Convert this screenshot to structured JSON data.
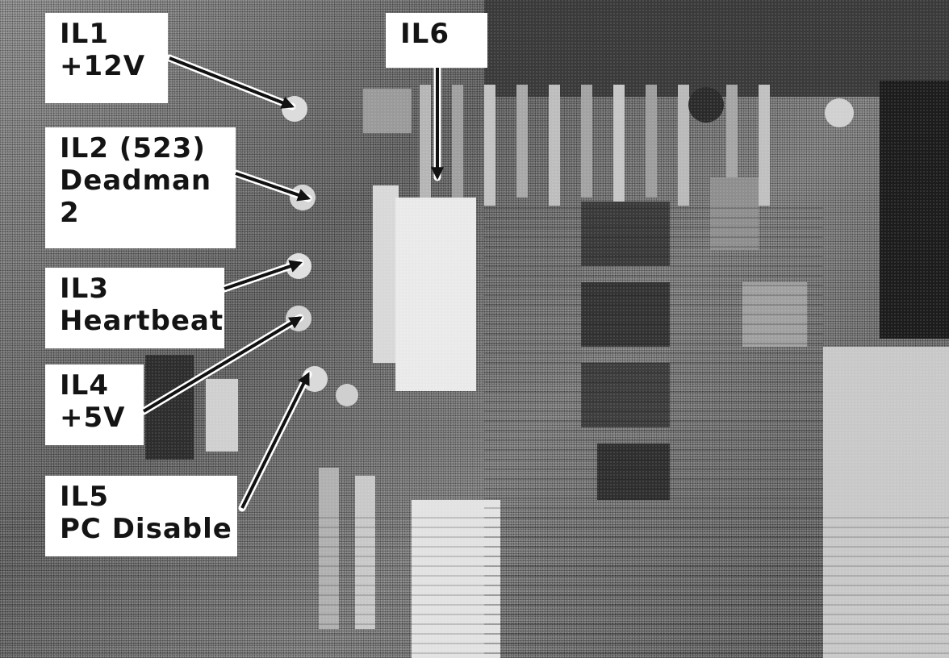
{
  "callouts": {
    "il1": {
      "line1": "IL1",
      "line2": "+12V"
    },
    "il2": {
      "line1": "IL2 (523)",
      "line2": "Deadman",
      "line3": "2"
    },
    "il3": {
      "line1": "IL3",
      "line2": "Heartbeat"
    },
    "il4": {
      "line1": "IL4",
      "line2": "+5V"
    },
    "il5": {
      "line1": "IL5",
      "line2": "PC Disable"
    },
    "il6": {
      "line1": "IL6"
    }
  },
  "colors": {
    "callout_background": "#ffffff",
    "callout_text": "#141414",
    "arrow": "#111111"
  }
}
